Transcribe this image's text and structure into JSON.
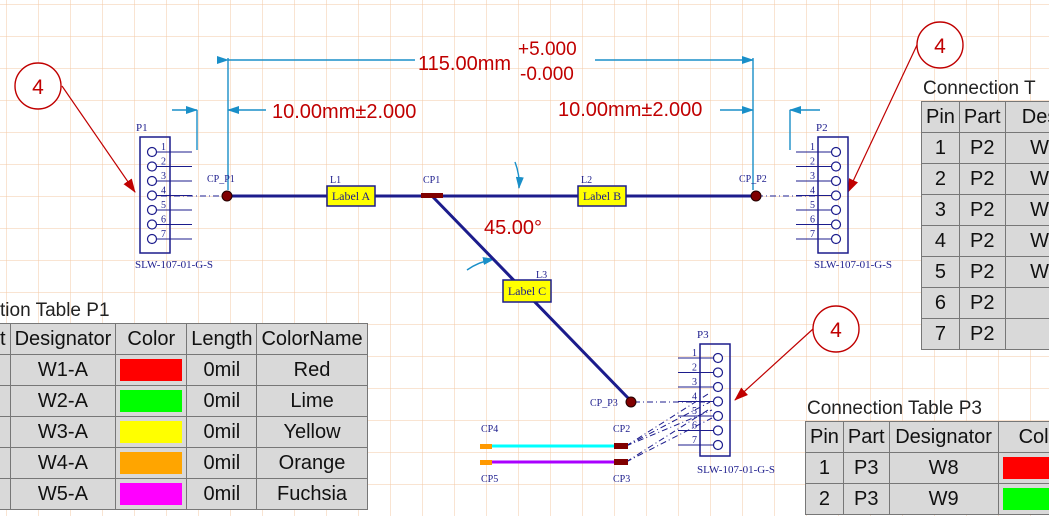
{
  "dimensions": {
    "overall": "115.00mm",
    "overall_tol_plus": "+5.000",
    "overall_tol_minus": "-0.000",
    "left_end": "10.00mm±2.000",
    "right_end": "10.00mm±2.000",
    "angle": "45.00°"
  },
  "callouts": [
    "4",
    "4",
    "4"
  ],
  "connectors": {
    "p1": {
      "ref": "P1",
      "part": "SLW-107-01-G-S",
      "pins": [
        "1",
        "2",
        "3",
        "4",
        "5",
        "6",
        "7"
      ]
    },
    "p2": {
      "ref": "P2",
      "part": "SLW-107-01-G-S",
      "pins": [
        "1",
        "2",
        "3",
        "4",
        "5",
        "6",
        "7"
      ]
    },
    "p3": {
      "ref": "P3",
      "part": "SLW-107-01-G-S",
      "pins": [
        "1",
        "2",
        "3",
        "4",
        "5",
        "6",
        "7"
      ]
    }
  },
  "points": {
    "cp_p1": "CP_P1",
    "cp_p2": "CP_P2",
    "cp_p3": "CP_P3",
    "cp1": "CP1",
    "cp2": "CP2",
    "cp3": "CP3",
    "cp4": "CP4",
    "cp5": "CP5"
  },
  "labels": {
    "l1": {
      "ref": "L1",
      "text": "Label A"
    },
    "l2": {
      "ref": "L2",
      "text": "Label B"
    },
    "l3": {
      "ref": "L3",
      "text": "Label C"
    }
  },
  "wire_colors": {
    "cp4_wire": "#00ffff",
    "cp5_wire": "#aa00ff",
    "bundle": "#1c1c8c",
    "dim": "#1a8fc8",
    "dim_text": "#c00000",
    "grid": "#f3c9a6"
  },
  "table_p1": {
    "title": "tion Table P1",
    "headers": [
      "t",
      "Designator",
      "Color",
      "Length",
      "ColorName"
    ],
    "rows": [
      {
        "part": "",
        "designator": "W1-A",
        "color": "#ff0000",
        "length": "0mil",
        "name": "Red"
      },
      {
        "part": "",
        "designator": "W2-A",
        "color": "#00ff00",
        "length": "0mil",
        "name": "Lime"
      },
      {
        "part": "",
        "designator": "W3-A",
        "color": "#ffff00",
        "length": "0mil",
        "name": "Yellow"
      },
      {
        "part": "",
        "designator": "W4-A",
        "color": "#ffa500",
        "length": "0mil",
        "name": "Orange"
      },
      {
        "part": "",
        "designator": "W5-A",
        "color": "#ff00ff",
        "length": "0mil",
        "name": "Fuchsia"
      }
    ]
  },
  "table_p2": {
    "title": "Connection T",
    "headers": [
      "Pin",
      "Part",
      "Des"
    ],
    "rows": [
      {
        "pin": "1",
        "part": "P2",
        "des": "W"
      },
      {
        "pin": "2",
        "part": "P2",
        "des": "W"
      },
      {
        "pin": "3",
        "part": "P2",
        "des": "W"
      },
      {
        "pin": "4",
        "part": "P2",
        "des": "W"
      },
      {
        "pin": "5",
        "part": "P2",
        "des": "W"
      },
      {
        "pin": "6",
        "part": "P2",
        "des": ""
      },
      {
        "pin": "7",
        "part": "P2",
        "des": ""
      }
    ]
  },
  "table_p3": {
    "title": "Connection Table P3",
    "headers": [
      "Pin",
      "Part",
      "Designator",
      "Col"
    ],
    "rows": [
      {
        "pin": "1",
        "part": "P3",
        "designator": "W8",
        "color": "#ff0000"
      },
      {
        "pin": "2",
        "part": "P3",
        "designator": "W9",
        "color": "#00ff00"
      }
    ]
  }
}
